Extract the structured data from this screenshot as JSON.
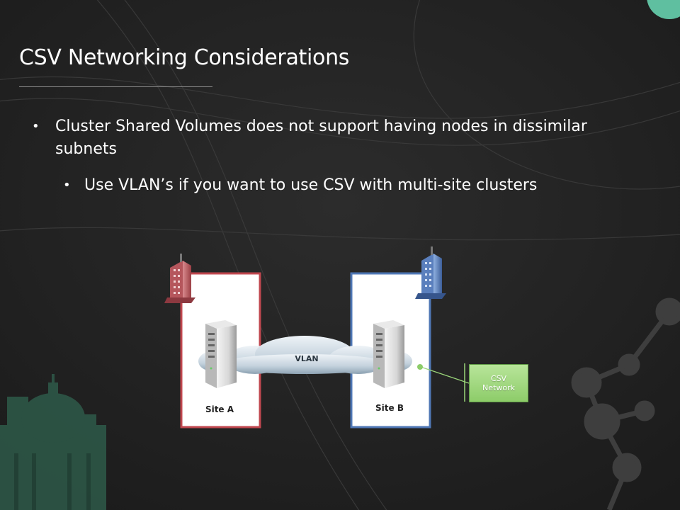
{
  "slide": {
    "title": "CSV Networking Considerations",
    "bullets": [
      "Cluster Shared Volumes does not support having nodes in dissimilar subnets",
      "Use VLAN’s if you want to use CSV with multi-site clusters"
    ]
  },
  "diagram": {
    "site_a": {
      "label": "Site A",
      "color": "#c0474f"
    },
    "site_b": {
      "label": "Site B",
      "color": "#4f77b5"
    },
    "link_label": "VLAN",
    "network_label": "CSV Network",
    "network_color": "#9bd67a"
  },
  "theme": {
    "background": "#262626",
    "accent": "#5fbfa0"
  }
}
